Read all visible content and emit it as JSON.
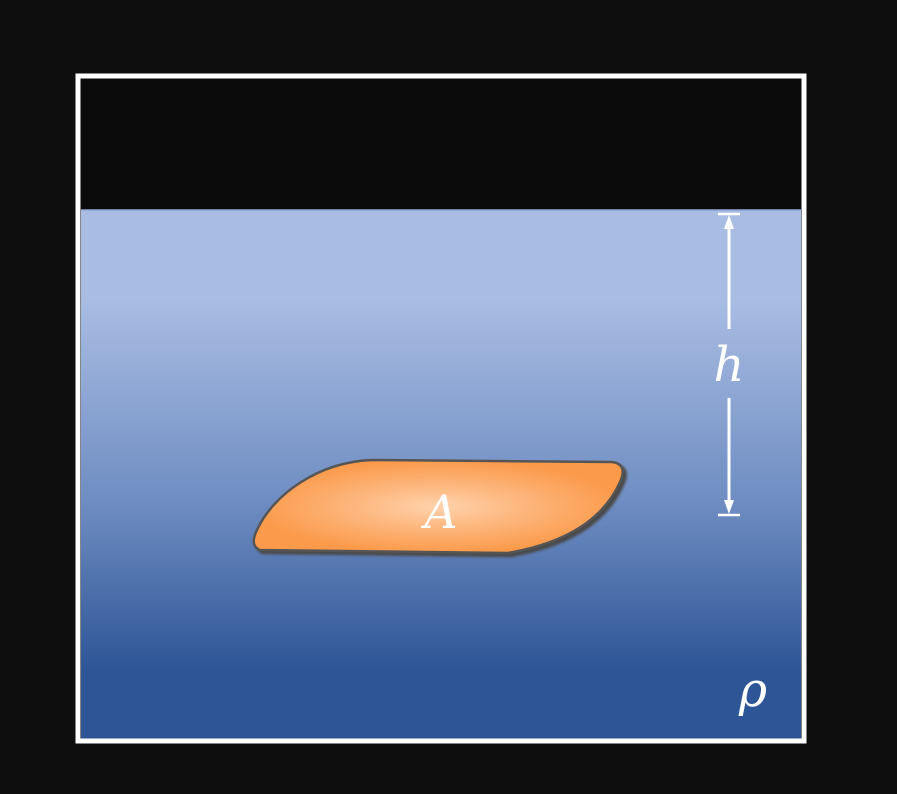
{
  "diagram": {
    "labels": {
      "area": "A",
      "depth": "h",
      "density": "ρ"
    },
    "colors": {
      "background": "#0e0e0e",
      "tank_border": "#ffffff",
      "air": "#0b0b0b",
      "fluid_top": "#a9bde3",
      "fluid_bottom": "#2e5596",
      "plate_fill": "#fb9a4b",
      "plate_highlight": "#ffd3ad",
      "plate_edge": "#505050",
      "annotation": "#ffffff"
    }
  }
}
